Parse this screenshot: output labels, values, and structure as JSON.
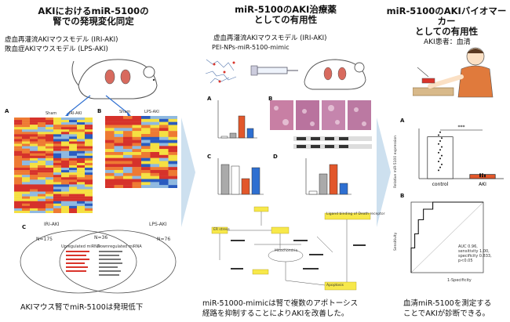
{
  "panels": {
    "left": {
      "title_line1": "AKIにおけるmiR-5100の",
      "title_line2": "腎での発現変化同定",
      "model1": "虚血再灌流AKIマウスモデル (IRI-AKI)",
      "model2": "敗血症AKIマウスモデル (LPS-AKI)",
      "fig_a_label": "A",
      "fig_b_label": "B",
      "fig_c_label": "C",
      "a_col1": "Sham",
      "a_col2": "IRI-AKI",
      "b_col1": "Sham",
      "b_col2": "LPS-AKI",
      "venn_left": "IRI-AKI",
      "venn_right": "LPS-AKI",
      "venn_n1": "N=175",
      "venn_n2": "N=36",
      "venn_n3": "N=76",
      "venn_up": "Upregulated miRNA",
      "venn_down": "Downregulated miRNA",
      "caption": "AKIマウス腎でmiR-5100は発現低下"
    },
    "middle": {
      "title_line1": "miR-5100のAKI治療薬",
      "title_line2": "としての有用性",
      "model": "虚血再灌流AKIマウスモデル (IRI-AKI)",
      "drug": "PEI-NPs-miR-5100-mimic",
      "fig_a": "A",
      "fig_b": "B",
      "fig_c": "C",
      "fig_d": "D",
      "pathway_top": "Ligand binding of Death receptor",
      "pathway_mito": "Mitochondria",
      "pathway_er": "ER stress",
      "pathway_apoptosis": "Apoptosis",
      "caption_line1": "miR-51000-mimicは腎で複数のアポトーシス",
      "caption_line2": "経路を抑制することによりAKIを改善した。"
    },
    "right": {
      "title_line1": "miR-5100のAKIバイオマーカー",
      "title_line2": "としての有用性",
      "patient": "AKI患者：血清",
      "fig_a": "A",
      "fig_b": "B",
      "a_ylabel": "Relative miR-5100 expression",
      "a_sig": "***",
      "a_cat1": "control",
      "a_cat2": "AKI",
      "roc_xlabel": "1-Specificity",
      "roc_ylabel": "Sensitivity",
      "auc": "AUC 0.96,",
      "sens": "sensitivity 1.00,",
      "spec": "specificity 0.833,",
      "pval": "p<0.05",
      "caption_line1": "血清miR-5100を測定する",
      "caption_line2": "ことでAKIが診断できる。"
    }
  },
  "chart_data": [
    {
      "type": "bar",
      "categories": [
        "control",
        "AKI"
      ],
      "values": [
        1.0,
        0.1
      ],
      "ylabel": "Relative miR-5100 expression",
      "colors": [
        "#ffffff",
        "#e2572b"
      ]
    },
    {
      "type": "line",
      "xlabel": "1-Specificity",
      "ylabel": "Sensitivity",
      "x": [
        0.0,
        0.0,
        0.05,
        0.05,
        0.1,
        0.1,
        0.17,
        0.17,
        0.3,
        0.3,
        1.0
      ],
      "y": [
        0.0,
        0.35,
        0.35,
        0.55,
        0.55,
        0.75,
        0.75,
        0.9,
        0.9,
        1.0,
        1.0
      ],
      "xlim": [
        0,
        1
      ],
      "ylim": [
        0,
        1
      ]
    }
  ],
  "colors": {
    "accent_red": "#d9342b",
    "accent_blue": "#2e6fd1",
    "arrow": "#cde0ef",
    "heat_red": "#d6322b",
    "heat_yellow": "#f5e042",
    "heat_blue": "#2a5bbf",
    "pathway_yellow": "#f7e84a"
  }
}
